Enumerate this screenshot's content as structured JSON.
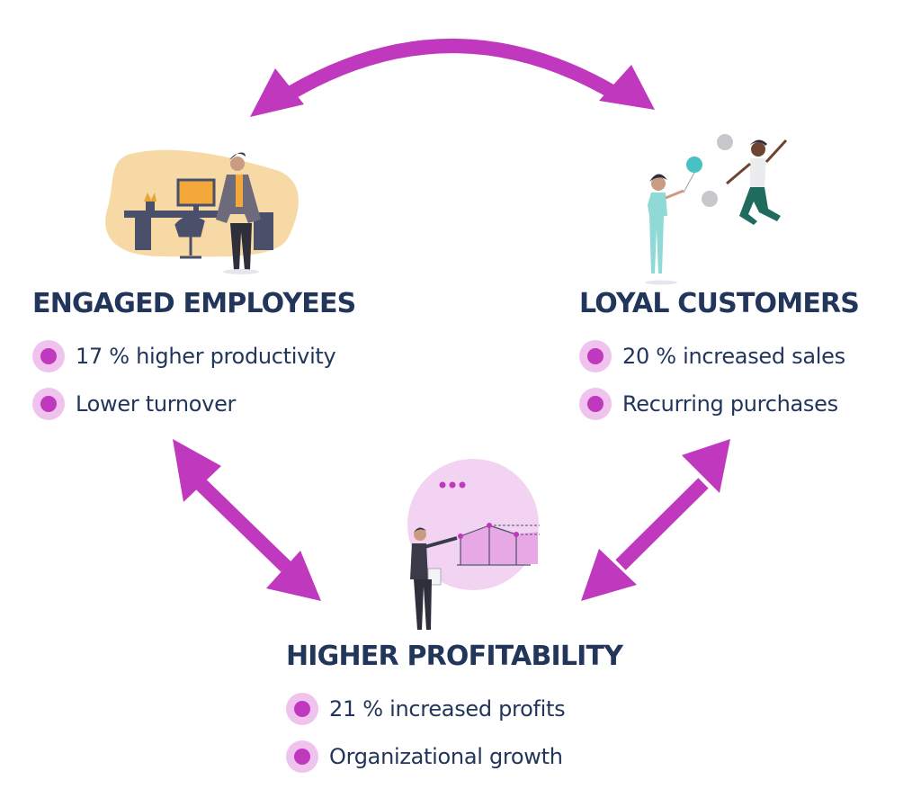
{
  "colors": {
    "heading": "#22355b",
    "body_text": "#22355b",
    "accent": "#c038bd",
    "accent_light": "#efc3ee",
    "blob": "#f7d9a6",
    "circle_bg": "#f2d3f1"
  },
  "nodes": {
    "employees": {
      "title": "ENGAGED EMPLOYEES",
      "bullets": [
        "17 % higher productivity",
        "Lower turnover"
      ]
    },
    "customers": {
      "title": "LOYAL CUSTOMERS",
      "bullets": [
        "20 % increased sales",
        "Recurring purchases"
      ]
    },
    "profit": {
      "title": "HIGHER PROFITABILITY",
      "bullets": [
        "21 % increased profits",
        "Organizational growth"
      ]
    }
  },
  "illustrations": {
    "employees": "office-worker-illustration",
    "customers": "celebrating-people-illustration",
    "profit": "presenter-chart-illustration"
  }
}
